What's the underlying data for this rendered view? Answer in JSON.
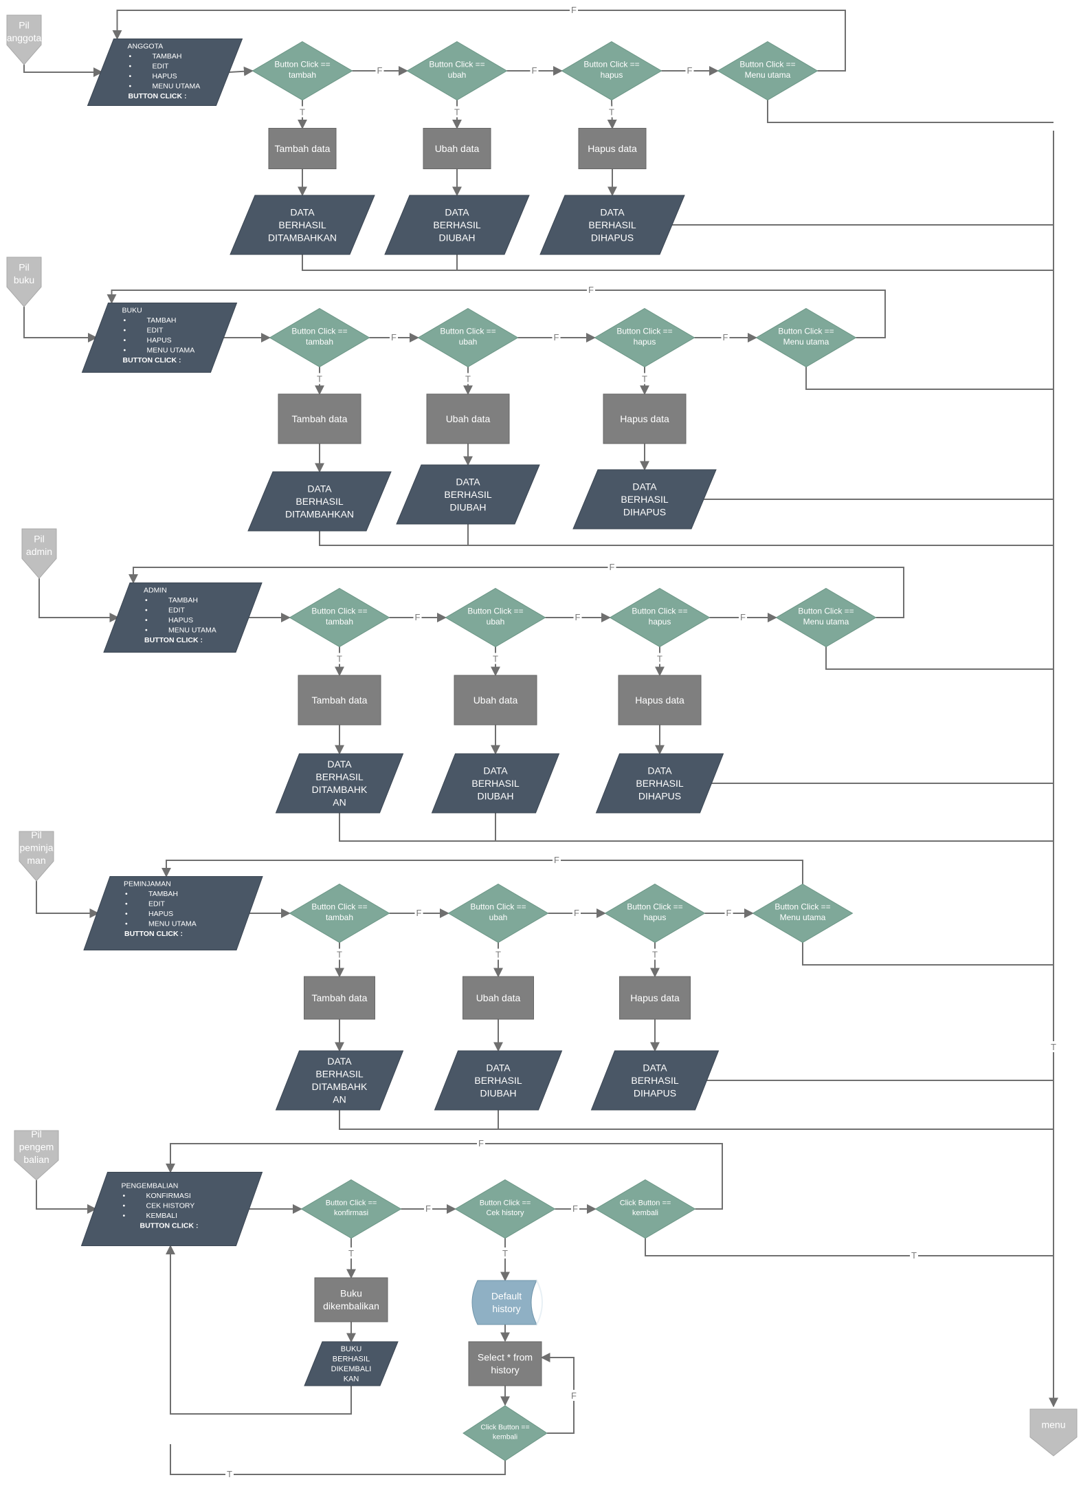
{
  "colors": {
    "line": "#6f6f6f",
    "io": "#4a5766",
    "decision": "#7fa899",
    "process": "#7f7f7f",
    "offpage": "#bfbfbf",
    "store": "#8fb0c4",
    "text": "#ffffff"
  },
  "edge_labels": {
    "true": "T",
    "false": "F"
  },
  "sections": [
    {
      "id": "anggota",
      "connector": "Pil\nanggota",
      "menu_title": "ANGGOTA",
      "menu_items": [
        "TAMBAH",
        "EDIT",
        "HAPUS",
        "MENU UTAMA"
      ],
      "menu_footer": "BUTTON CLICK :",
      "decisions": [
        "Button Click ==\ntambah",
        "Button Click ==\nubah",
        "Button Click ==\nhapus",
        "Button Click ==\nMenu utama"
      ],
      "processes": [
        "Tambah data",
        "Ubah data",
        "Hapus data"
      ],
      "outputs": [
        "DATA\nBERHASIL\nDITAMBAHKAN",
        "DATA\nBERHASIL\nDIUBAH",
        "DATA\nBERHASIL\nDIHAPUS"
      ]
    },
    {
      "id": "buku",
      "connector": "Pil\nbuku",
      "menu_title": "BUKU",
      "menu_items": [
        "TAMBAH",
        "EDIT",
        "HAPUS",
        "MENU UTAMA"
      ],
      "menu_footer": "BUTTON CLICK :",
      "decisions": [
        "Button Click ==\ntambah",
        "Button Click ==\nubah",
        "Button Click ==\nhapus",
        "Button Click ==\nMenu utama"
      ],
      "processes": [
        "Tambah data",
        "Ubah data",
        "Hapus data"
      ],
      "outputs": [
        "DATA\nBERHASIL\nDITAMBAHKAN",
        "DATA\nBERHASIL\nDIUBAH",
        "DATA\nBERHASIL\nDIHAPUS"
      ]
    },
    {
      "id": "admin",
      "connector": "Pil\nadmin",
      "menu_title": "ADMIN",
      "menu_items": [
        "TAMBAH",
        "EDIT",
        "HAPUS",
        "MENU UTAMA"
      ],
      "menu_footer": "BUTTON CLICK :",
      "decisions": [
        "Button Click ==\ntambah",
        "Button Click ==\nubah",
        "Button Click ==\nhapus",
        "Button Click ==\nMenu utama"
      ],
      "processes": [
        "Tambah data",
        "Ubah data",
        "Hapus data"
      ],
      "outputs": [
        "DATA\nBERHASIL\nDITAMBAHK\nAN",
        "DATA\nBERHASIL\nDIUBAH",
        "DATA\nBERHASIL\nDIHAPUS"
      ]
    },
    {
      "id": "peminjaman",
      "connector": "Pil\npeminja\nman",
      "menu_title": "PEMINJAMAN",
      "menu_items": [
        "TAMBAH",
        "EDIT",
        "HAPUS",
        "MENU UTAMA"
      ],
      "menu_footer": "BUTTON CLICK :",
      "decisions": [
        "Button Click ==\ntambah",
        "Button Click ==\nubah",
        "Button Click ==\nhapus",
        "Button Click ==\nMenu utama"
      ],
      "processes": [
        "Tambah data",
        "Ubah data",
        "Hapus data"
      ],
      "outputs": [
        "DATA\nBERHASIL\nDITAMBAHK\nAN",
        "DATA\nBERHASIL\nDIUBAH",
        "DATA\nBERHASIL\nDIHAPUS"
      ]
    },
    {
      "id": "pengembalian",
      "connector": "Pil\npengem\nbalian",
      "menu_title": "PENGEMBALIAN",
      "menu_items": [
        "KONFIRMASI",
        "CEK HISTORY",
        "KEMBALI"
      ],
      "menu_footer": "BUTTON CLICK :",
      "decisions": [
        "Button Click ==\nkonfirmasi",
        "Button Click ==\nCek history",
        "Click Button ==\nkembali"
      ],
      "process": "Buku\ndikembalikan",
      "output": "BUKU\nBERHASIL\nDIKEMBALI\nKAN",
      "store": "Default\nhistory",
      "query": "Select * from\nhistory",
      "loop_decision": "Click Button ==\nkembali"
    }
  ],
  "end_connector": "menu"
}
